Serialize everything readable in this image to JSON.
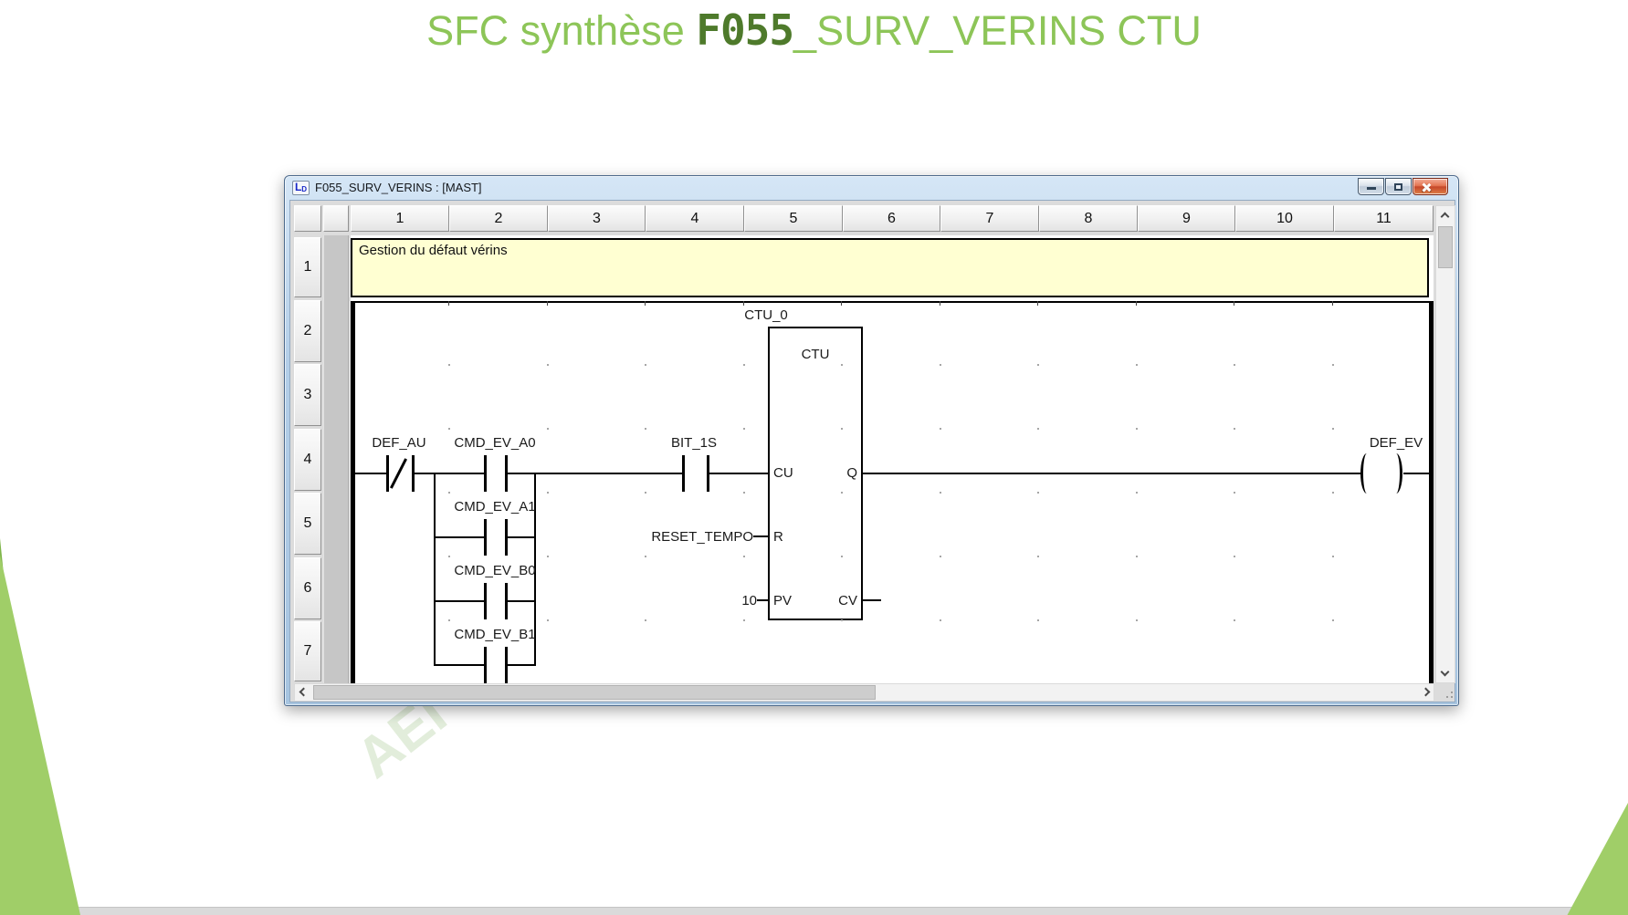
{
  "slide": {
    "title_prefix": "SFC synthèse ",
    "title_code": "F055",
    "title_suffix": "_SURV_VERINS CTU",
    "watermark": "AEI",
    "accent_light_green": "#8DC558",
    "accent_dark_green": "#4E7A2B"
  },
  "window": {
    "title": "F055_SURV_VERINS : [MAST]",
    "icon_label": "LD",
    "icons": {
      "window_icon": "ladder-ld-icon",
      "minimize": "minimize-bar",
      "restore": "restore-square",
      "close": "close-x"
    }
  },
  "editor": {
    "column_headers": [
      "1",
      "2",
      "3",
      "4",
      "5",
      "6",
      "7",
      "8",
      "9",
      "10",
      "11"
    ],
    "row_headers": [
      "1",
      "2",
      "3",
      "4",
      "5",
      "6",
      "7"
    ],
    "comment": "Gestion du défaut vérins"
  },
  "ladder": {
    "contact_nc": "DEF_AU",
    "contact_main": "CMD_EV_A0",
    "branch_contacts": [
      "CMD_EV_A1",
      "CMD_EV_B0",
      "CMD_EV_B1"
    ],
    "contact_count": "BIT_1S",
    "block": {
      "instance": "CTU_0",
      "type": "CTU",
      "pins": {
        "cu": "CU",
        "r": "R",
        "pv": "PV",
        "q": "Q",
        "cv": "CV"
      },
      "r_operand": "RESET_TEMPO",
      "pv_value": "10"
    },
    "coil": "DEF_EV"
  }
}
